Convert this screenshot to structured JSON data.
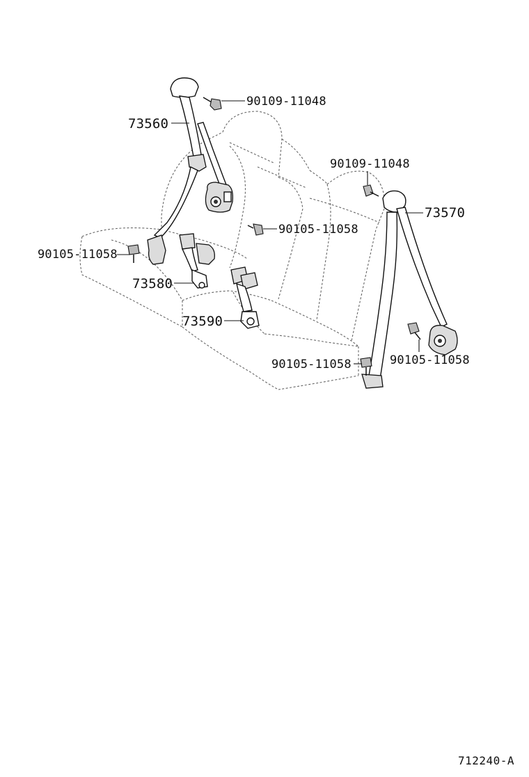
{
  "diagram": {
    "labels": {
      "belt_left_outer": "73560",
      "belt_right_outer": "73570",
      "buckle_left": "73580",
      "buckle_center": "73590",
      "bolt_top_left": "90109-11048",
      "bolt_top_right": "90109-11048",
      "bolt_center": "90105-11058",
      "bolt_left_floor": "90105-11058",
      "bolt_right_floor": "90105-11058",
      "bolt_right_retractor": "90105-11058"
    },
    "reference_code": "712240-A"
  }
}
